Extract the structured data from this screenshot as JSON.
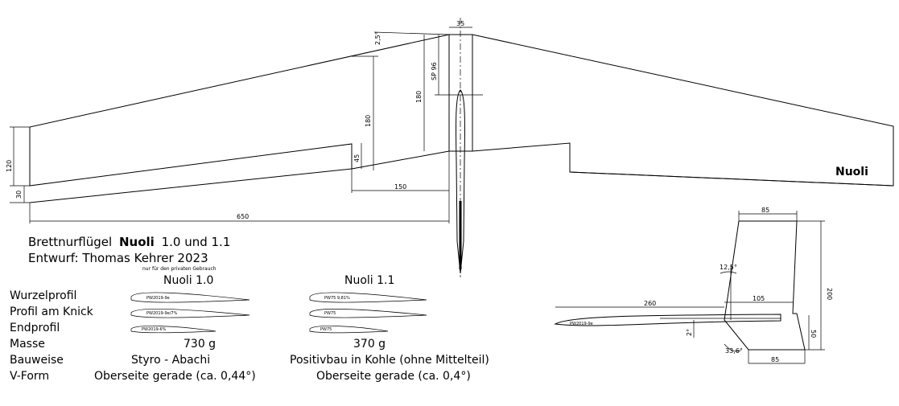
{
  "title": {
    "line1_prefix": "Brettnurflügel",
    "line1_name": "Nuoli",
    "line1_suffix": "1.0 und 1.1",
    "line2": "Entwurf: Thomas Kehrer 2023",
    "line3": "nur für den privaten Gebrauch"
  },
  "wing_label": "Nuoli",
  "dimensions": {
    "center_width": "35",
    "sweep_angle": "2,5°",
    "sp": "SP 96",
    "root_chord": "180",
    "knick_chord": "180",
    "knick_small": "45",
    "knick_span": "150",
    "half_span": "650",
    "tip_chord": "120",
    "tip_small": "30"
  },
  "table": {
    "col1": "Nuoli 1.0",
    "col2": "Nuoli 1.1",
    "rows": [
      {
        "label": "Wurzelprofil",
        "v1": "",
        "v2": ""
      },
      {
        "label": "Profil am Knick",
        "v1": "",
        "v2": ""
      },
      {
        "label": "Endprofil",
        "v1": "",
        "v2": ""
      },
      {
        "label": "Masse",
        "v1": "730 g",
        "v2": "370 g"
      },
      {
        "label": "Bauweise",
        "v1": "Styro - Abachi",
        "v2": "Positivbau in Kohle (ohne Mittelteil)"
      },
      {
        "label": "V-Form",
        "v1": "Oberseite gerade (ca. 0,44°)",
        "v2": "Oberseite gerade (ca. 0,4°)"
      }
    ]
  },
  "profiles": {
    "p1_root": "PW2019-9e",
    "p1_knick": "PW2019-9e/7%",
    "p1_end": "PW2019-6%",
    "p2_root": "PW75 9,81%",
    "p2_knick": "PW75",
    "p2_end": "PW75"
  },
  "fin": {
    "top_width": "85",
    "angle_top": "12,5°",
    "height": "200",
    "span_260": "260",
    "span_105": "105",
    "profile": "PW2019-9e",
    "angle_2": "2°",
    "height_50": "50",
    "angle_bottom": "33,6°",
    "bottom_width": "85"
  }
}
